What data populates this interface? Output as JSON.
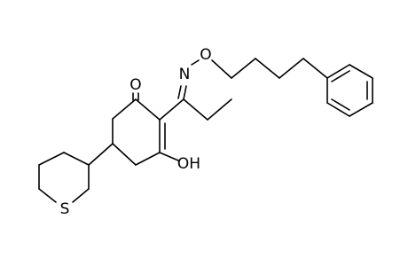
{
  "molecule": {
    "atoms": {
      "carbonyl_oxygen": "O",
      "oxime_nitrogen": "N",
      "ether_oxygen": "O",
      "hydroxyl": "OH",
      "ring_sulfur": "S"
    }
  }
}
